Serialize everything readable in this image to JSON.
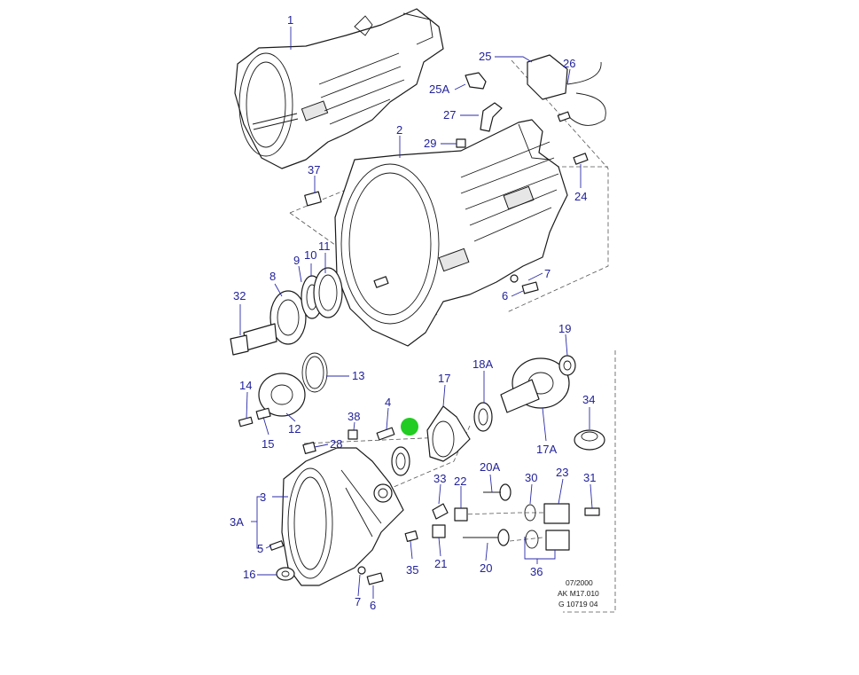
{
  "callouts": {
    "c1": "1",
    "c2": "2",
    "c3": "3",
    "c3a": "3A",
    "c4": "4",
    "c5": "5",
    "c6a": "6",
    "c6b": "6",
    "c7a": "7",
    "c7b": "7",
    "c8": "8",
    "c9": "9",
    "c10": "10",
    "c11": "11",
    "c12": "12",
    "c13": "13",
    "c14": "14",
    "c15": "15",
    "c16": "16",
    "c17": "17",
    "c17a": "17A",
    "c18a": "18A",
    "c19": "19",
    "c20": "20",
    "c20a": "20A",
    "c21": "21",
    "c22": "22",
    "c23": "23",
    "c24": "24",
    "c25": "25",
    "c25a": "25A",
    "c26": "26",
    "c27": "27",
    "c28": "28",
    "c29": "29",
    "c30": "30",
    "c31": "31",
    "c32": "32",
    "c33": "33",
    "c34": "34",
    "c35": "35",
    "c36": "36",
    "c37": "37",
    "c38": "38"
  },
  "footer": {
    "date": "07/2000",
    "ref": "AK M17.010",
    "code": "G 10719 04"
  },
  "colors": {
    "callout": "#22229a",
    "marker": "#22cc22",
    "line": "#1a1a1a"
  }
}
